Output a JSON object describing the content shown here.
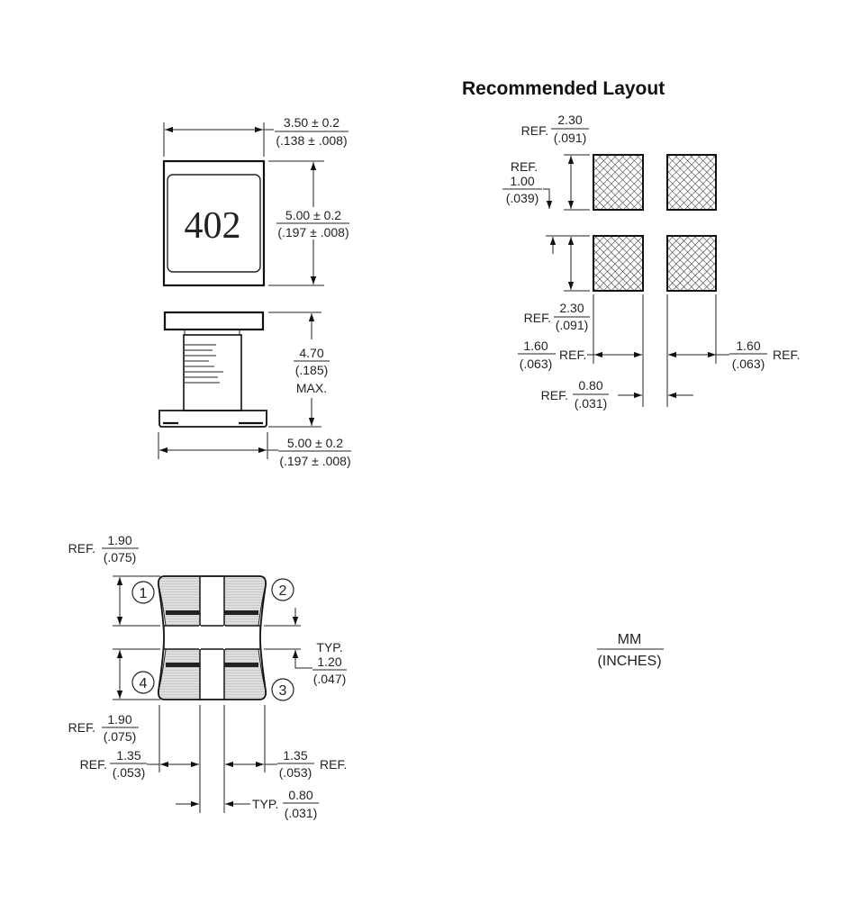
{
  "layout_title": "Recommended Layout",
  "marking": "402",
  "units": {
    "top": "MM",
    "bottom": "(INCHES)"
  },
  "top_view": {
    "width": {
      "mm": "3.50 ± 0.2",
      "in": "(.138 ± .008)"
    },
    "length": {
      "mm": "5.00 ± 0.2",
      "in": "(.197 ± .008)"
    }
  },
  "side_view": {
    "height": {
      "mm": "4.70",
      "in": "(.185)",
      "note": "MAX."
    },
    "base": {
      "mm": "5.00 ± 0.2",
      "in": "(.197 ± .008)"
    }
  },
  "pad_layout": {
    "top_pad": {
      "ref": "REF.",
      "mm": "2.30",
      "in": "(.091)"
    },
    "gap": {
      "ref": "REF.",
      "mm": "1.00",
      "in": "(.039)"
    },
    "bottom_pad": {
      "ref": "REF.",
      "mm": "2.30",
      "in": "(.091)"
    },
    "left_width": {
      "mm": "1.60",
      "in": "(.063)",
      "ref": "REF."
    },
    "right_width": {
      "mm": "1.60",
      "in": "(.063)",
      "ref": "REF."
    },
    "spacing": {
      "ref": "REF.",
      "mm": "0.80",
      "in": "(.031)"
    }
  },
  "bottom_view": {
    "pins": [
      "1",
      "2",
      "3",
      "4"
    ],
    "top_term": {
      "ref": "REF.",
      "mm": "1.90",
      "in": "(.075)"
    },
    "bottom_term": {
      "ref": "REF.",
      "mm": "1.90",
      "in": "(.075)"
    },
    "term_width": {
      "typ": "TYP.",
      "mm": "1.20",
      "in": "(.047)"
    },
    "left_land": {
      "ref": "REF.",
      "mm": "1.35",
      "in": "(.053)"
    },
    "right_land": {
      "mm": "1.35",
      "in": "(.053)",
      "ref": "REF."
    },
    "slot": {
      "typ": "TYP.",
      "mm": "0.80",
      "in": "(.031)"
    }
  },
  "colors": {
    "line": "#222222",
    "terminal": "#d9d9d9",
    "pad_hatch": "#222222"
  }
}
